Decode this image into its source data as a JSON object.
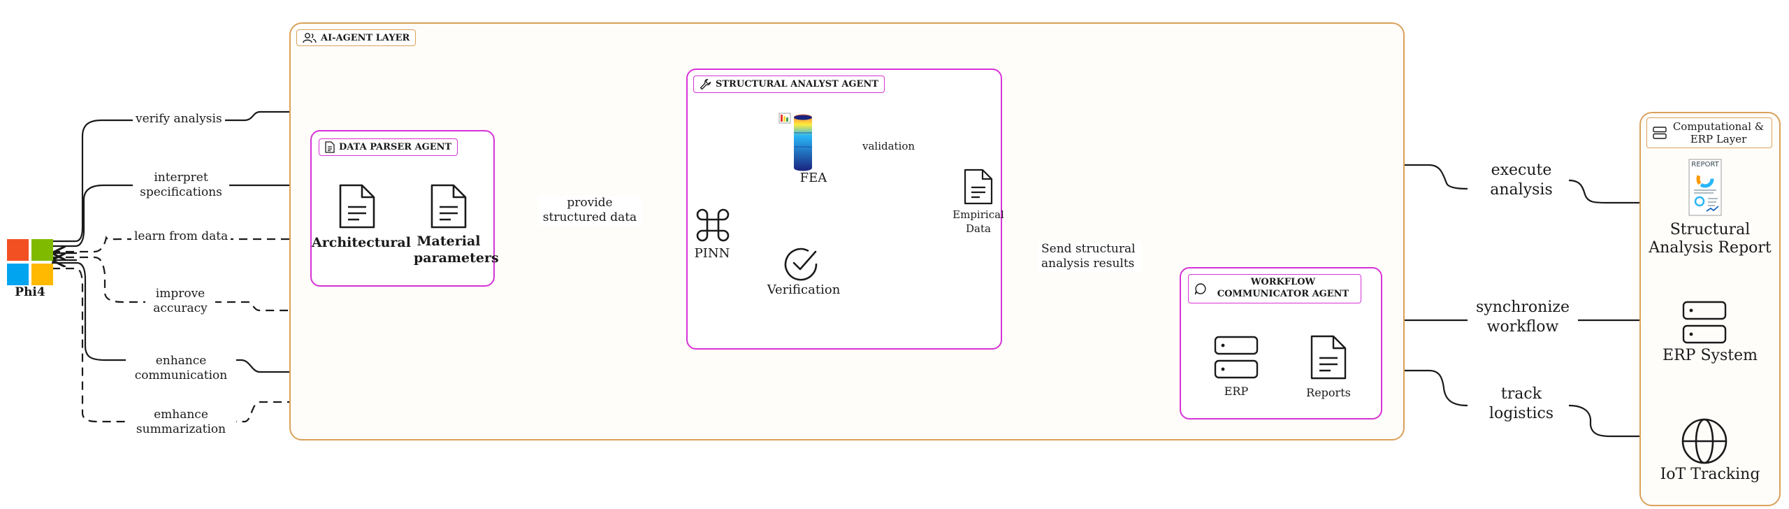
{
  "colors": {
    "layer_border": "#d9a15a",
    "agent_border": "#d633d6",
    "line": "#1a1a1a",
    "ms_red": "#f25022",
    "ms_green": "#7fba00",
    "ms_blue": "#00a4ef",
    "ms_yellow": "#ffb900"
  },
  "source": {
    "label": "Phi4",
    "icon": "microsoft-logo"
  },
  "ai_layer": {
    "title": "AI-AGENT LAYER",
    "icon": "users-icon"
  },
  "data_parser": {
    "title": "DATA PARSER AGENT",
    "icon": "document-icon",
    "items": [
      "Architectural",
      "Material parameters"
    ]
  },
  "structural_analyst": {
    "title": "STRUCTURAL ANALYST AGENT",
    "icon": "wrench-icon",
    "pinn": "PINN",
    "fea": "FEA",
    "verification": "Verification",
    "empirical": "Empirical Data",
    "validation": "validation"
  },
  "workflow_communicator": {
    "title": "WORKFLOW COMMUNICATOR AGENT",
    "icon": "chat-icon",
    "erp": "ERP",
    "reports": "Reports"
  },
  "comp_layer": {
    "title": "Computational & ERP Layer",
    "icon": "server-icon",
    "report": "Structural Analysis Report",
    "erp_system": "ERP System",
    "iot": "IoT Tracking"
  },
  "edges": {
    "verify_analysis": "verify analysis",
    "interpret_specifications": "interpret specifications",
    "learn_from_data": "learn from data",
    "improve_accuracy": "improve accuracy",
    "enhance_communication": "enhance communication",
    "emhance_summarization": "emhance summarization",
    "provide_structured_data": "provide structured data",
    "send_results": "Send structural analysis results",
    "execute_analysis": "execute analysis",
    "synchronize_workflow": "synchronize workflow",
    "track_logistics": "track logistics"
  }
}
